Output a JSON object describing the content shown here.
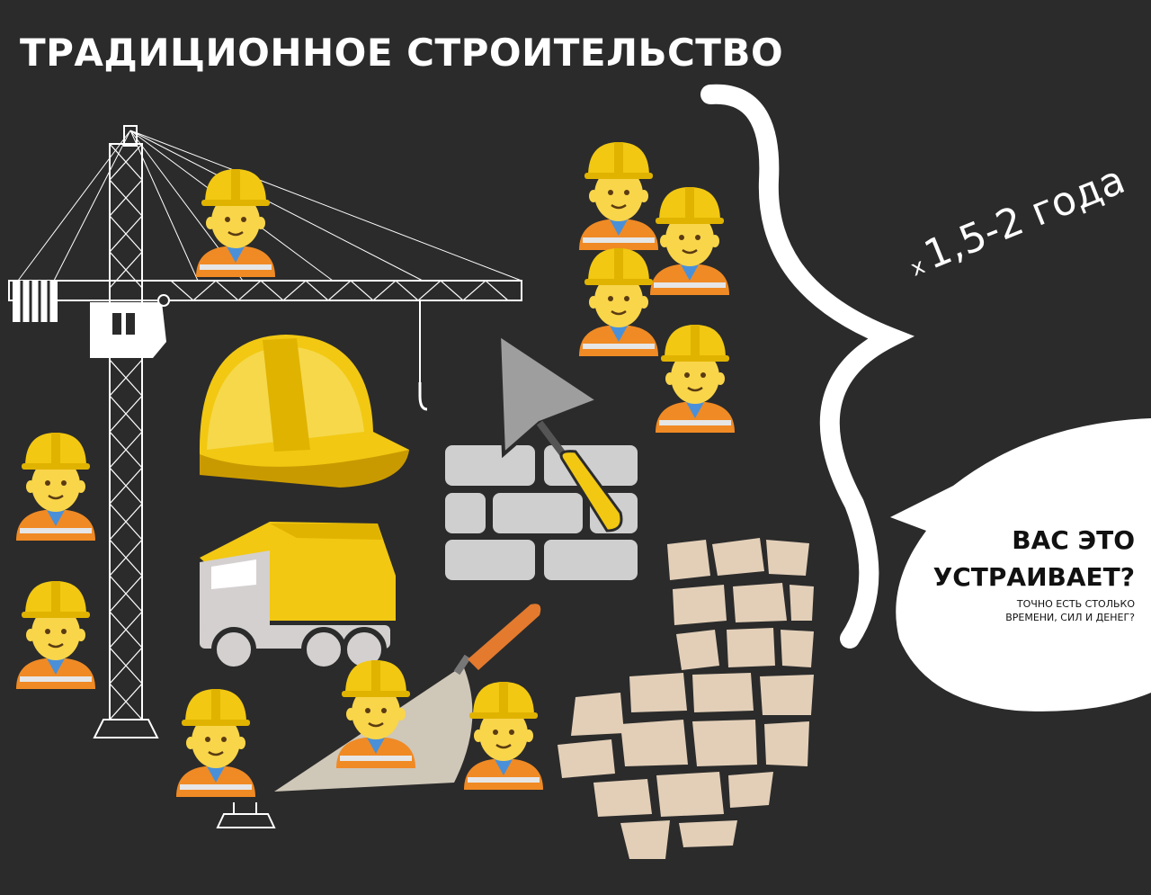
{
  "header": {
    "title": "ТРАДИЦИОННОЕ СТРОИТЕЛЬСТВО"
  },
  "duration": {
    "prefix": "х",
    "value": "1,5-2 года"
  },
  "callout": {
    "question_line1": "ВАС ЭТО",
    "question_line2": "УСТРАИВАЕТ?",
    "subtext": "ТОЧНО ЕСТЬ СТОЛЬКО\nВРЕМЕНИ, СИЛ И ДЕНЕГ?"
  },
  "colors": {
    "background": "#2b2b2b",
    "helmet_yellow": "#f2c812",
    "skin": "#f9d54a",
    "vest_orange": "#f08a24",
    "brick_gray": "#cfcfcf",
    "stone_beige": "#e3cfb8",
    "text_white": "#ffffff"
  },
  "icons": [
    "tower-crane-icon",
    "worker-icon",
    "hard-hat-icon",
    "trowel-brick-icon",
    "dump-truck-icon",
    "trowel-icon",
    "stone-wall-icon",
    "curly-brace-icon",
    "speech-bubble-icon"
  ]
}
